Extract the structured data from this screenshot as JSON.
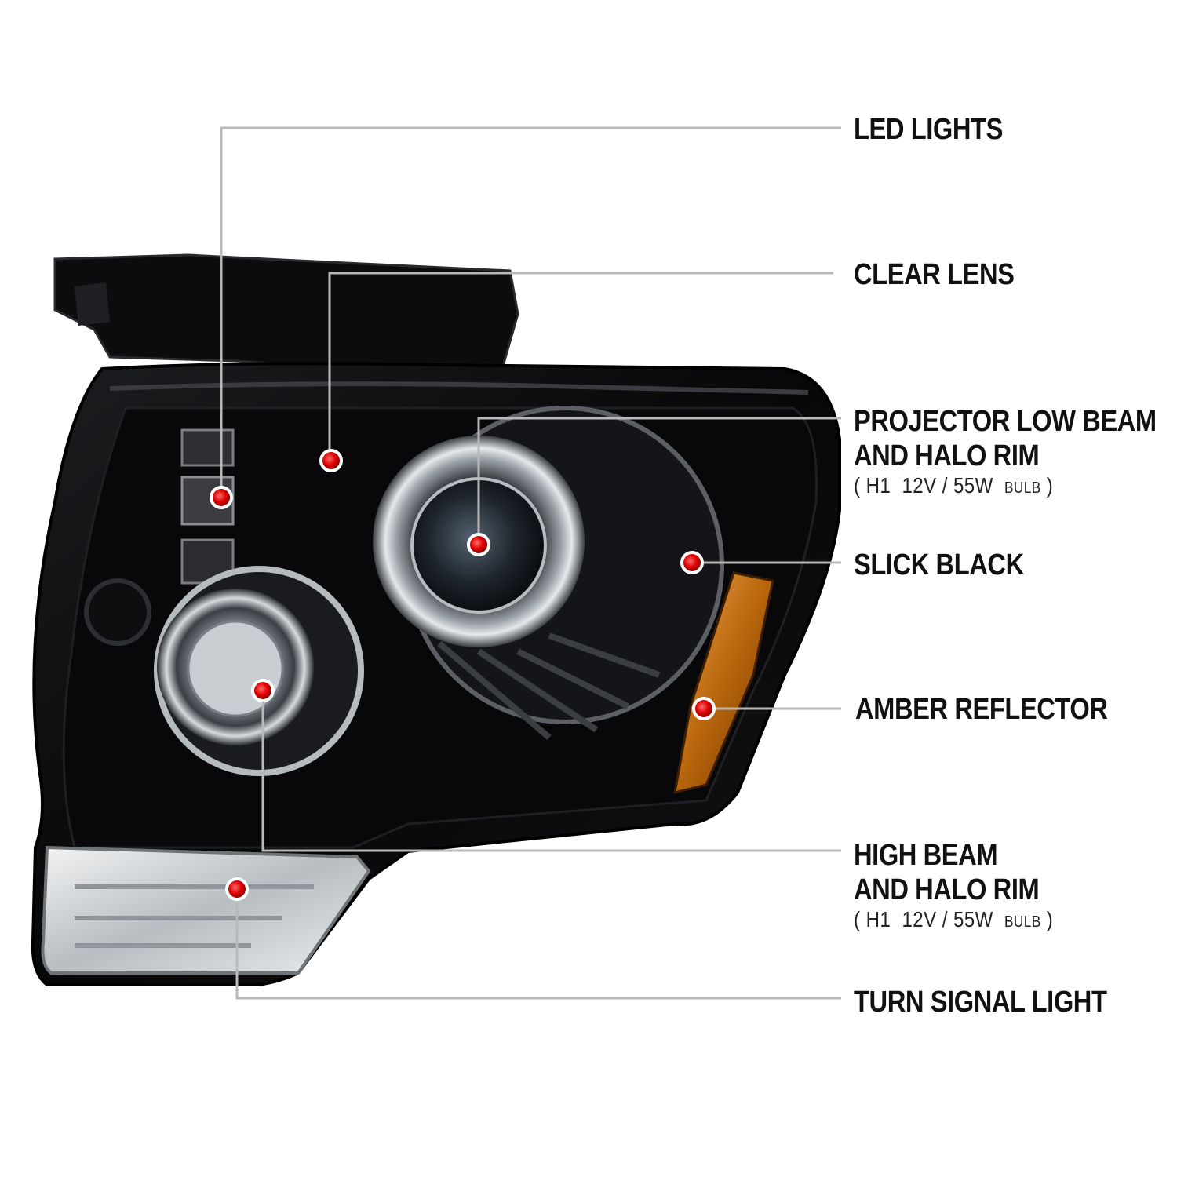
{
  "colors": {
    "background": "#ffffff",
    "leader_line": "#b9b9b9",
    "marker": "#e00000",
    "housing": "#0b0b0d",
    "amber": "#c9780f"
  },
  "callouts": [
    {
      "id": "led-lights",
      "lines": [
        "LED LIGHTS"
      ],
      "spec": null
    },
    {
      "id": "clear-lens",
      "lines": [
        "CLEAR LENS"
      ],
      "spec": null
    },
    {
      "id": "projector-low-beam",
      "lines": [
        "PROJECTOR LOW BEAM",
        "AND HALO RIM"
      ],
      "spec": {
        "open": "(",
        "bulb": "H1",
        "rating": "12V / 55W",
        "unit": "BULB",
        "close": ")"
      }
    },
    {
      "id": "slick-black",
      "lines": [
        "SLICK BLACK"
      ],
      "spec": null
    },
    {
      "id": "amber-reflector",
      "lines": [
        "AMBER REFLECTOR"
      ],
      "spec": null
    },
    {
      "id": "high-beam",
      "lines": [
        "HIGH BEAM",
        "AND HALO RIM"
      ],
      "spec": {
        "open": "(",
        "bulb": "H1",
        "rating": "12V / 55W",
        "unit": "BULB",
        "close": ")"
      }
    },
    {
      "id": "turn-signal",
      "lines": [
        "TURN SIGNAL LIGHT"
      ],
      "spec": null
    }
  ]
}
